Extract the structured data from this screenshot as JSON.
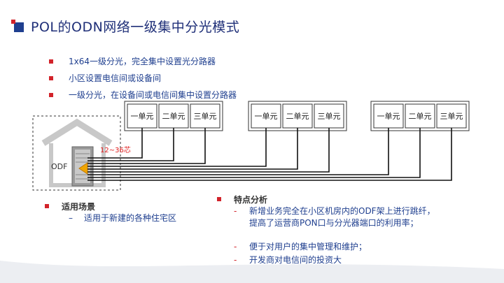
{
  "title": "POL的ODN网络一级集中分光模式",
  "bullets": [
    "1x64一级分光，完全集中设置光分路器",
    "小区设置电信间或设备间",
    "一级分光，在设备间或电信间集中设置分路器"
  ],
  "diagram": {
    "odf_label": "ODF",
    "fiber_label": "12~36芯",
    "buildings": [
      {
        "units": [
          "一单元",
          "二单元",
          "三单元"
        ]
      },
      {
        "units": [
          "一单元",
          "二单元",
          "三单元"
        ]
      },
      {
        "units": [
          "一单元",
          "二单元",
          "三单元"
        ]
      }
    ]
  },
  "scenario": {
    "heading": "适用场景",
    "items": [
      "适用于新建的各种住宅区"
    ]
  },
  "analysis": {
    "heading": "特点分析",
    "items": [
      "新增业务完全在小区机房内的ODF架上进行跳纤，提高了运营商PON口与分光器端口的利用率；",
      "便于对用户的集中管理和维护；",
      "开发商对电信间的投资大"
    ]
  },
  "colors": {
    "title": "#1f2f78",
    "text": "#1f3f8f",
    "bullet": "#d2232a",
    "fiber_label": "#e02020"
  }
}
